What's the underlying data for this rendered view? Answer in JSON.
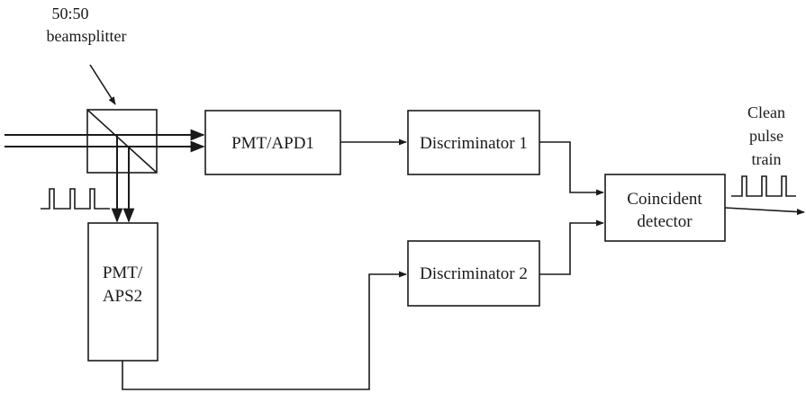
{
  "labels": {
    "splitter_ratio": "50:50",
    "splitter_name": "beamsplitter",
    "detector1": "PMT/APD1",
    "detector2_line1": "PMT/",
    "detector2_line2": "APS2",
    "discriminator1": "Discriminator 1",
    "discriminator2": "Discriminator 2",
    "coincident_line1": "Coincident",
    "coincident_line2": "detector",
    "output_line1": "Clean",
    "output_line2": "pulse",
    "output_line3": "train"
  }
}
